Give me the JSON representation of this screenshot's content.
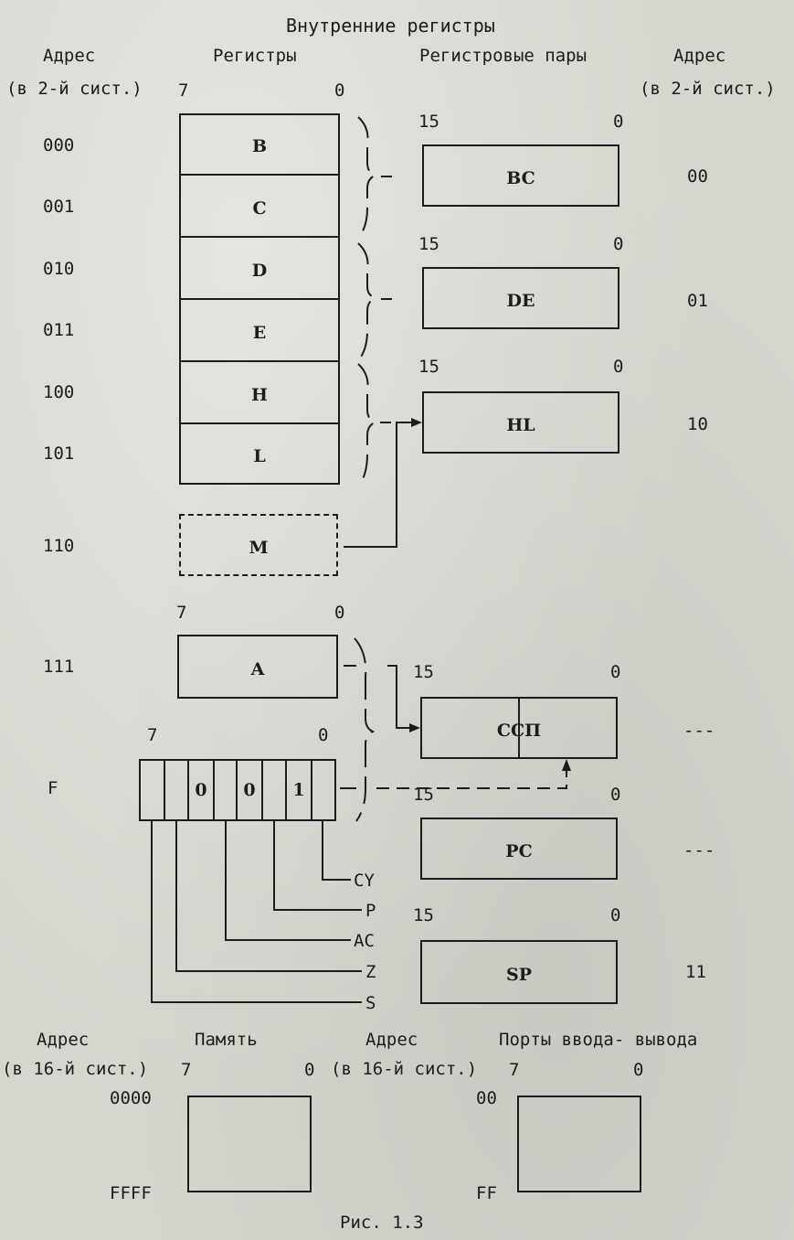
{
  "title": "Внутренние регистры",
  "headers": {
    "address_left_1": "Адрес",
    "address_left_2": "(в 2-й сист.)",
    "registers": "Регистры",
    "register_pairs": "Регистровые пары",
    "address_right_1": "Адрес",
    "address_right_2": "(в 2-й сист.)"
  },
  "bits": {
    "hi7": "7",
    "lo0": "0",
    "hi15": "15"
  },
  "registers": [
    {
      "addr": "000",
      "name": "B"
    },
    {
      "addr": "001",
      "name": "C"
    },
    {
      "addr": "010",
      "name": "D"
    },
    {
      "addr": "011",
      "name": "E"
    },
    {
      "addr": "100",
      "name": "H"
    },
    {
      "addr": "101",
      "name": "L"
    },
    {
      "addr": "110",
      "name": "M"
    },
    {
      "addr": "111",
      "name": "A"
    },
    {
      "addr": "F",
      "name": ""
    }
  ],
  "pairs": [
    {
      "name": "BC",
      "addr": "00"
    },
    {
      "name": "DE",
      "addr": "01"
    },
    {
      "name": "HL",
      "addr": "10"
    },
    {
      "name": "ССП",
      "addr": "---"
    },
    {
      "name": "PC",
      "addr": "---"
    },
    {
      "name": "SP",
      "addr": "11"
    }
  ],
  "flag_bits": [
    "0",
    "0",
    "1"
  ],
  "flags": [
    "CY",
    "P",
    "AC",
    "Z",
    "S"
  ],
  "bottom": {
    "addr16_1": "Адрес",
    "addr16_2": "(в 16-й сист.)",
    "memory": "Память",
    "ports": "Порты ввода- вывода",
    "mem_start": "0000",
    "mem_end": "FFFF",
    "port_start": "00",
    "port_end": "FF"
  },
  "caption": "Рис. 1.3"
}
